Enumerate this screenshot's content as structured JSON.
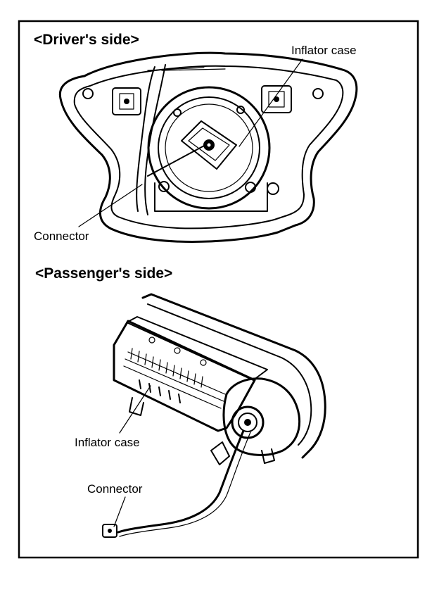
{
  "driver_section": {
    "heading": "<Driver's side>",
    "labels": {
      "inflator_case": "Inflator case",
      "connector": "Connector"
    }
  },
  "passenger_section": {
    "heading": "<Passenger's side>",
    "labels": {
      "inflator_case": "Inflator case",
      "connector": "Connector"
    }
  }
}
